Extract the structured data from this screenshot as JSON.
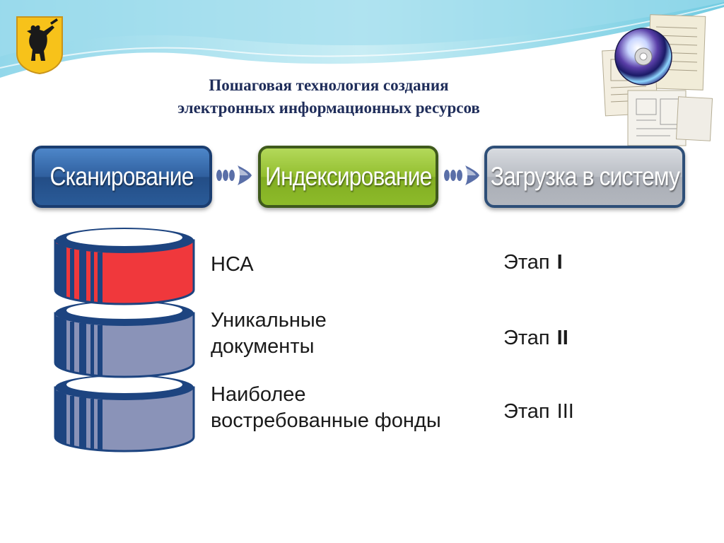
{
  "title": {
    "line1": "Пошаговая технология создания",
    "line2": "электронных информационных ресурсов"
  },
  "process_steps": [
    {
      "label": "Сканирование",
      "color": "#2f5f9e"
    },
    {
      "label": "Индексирование",
      "color": "#93be2f"
    },
    {
      "label": "Загрузка в систему",
      "color": "#b9bdc4"
    }
  ],
  "layers": [
    {
      "label_lines": [
        "НСА"
      ],
      "stage_word": "Этап",
      "stage_num": "I",
      "color": "#f0383c"
    },
    {
      "label_lines": [
        "Уникальные",
        "документы"
      ],
      "stage_word": "Этап",
      "stage_num": "II",
      "color": "#8a93b8"
    },
    {
      "label_lines": [
        "Наиболее",
        "востребованные фонды"
      ],
      "stage_word": "Этап",
      "stage_num": "III",
      "color": "#8a93b8"
    }
  ],
  "colors": {
    "title": "#1f2d5a",
    "cylinder_stripe": "#1d4480",
    "emblem_bg": "#f7c21a"
  },
  "icons": {
    "emblem": "bear-coat-of-arms-icon",
    "disc": "cd-disc-icon",
    "documents": "documents-stack-icon",
    "arrow": "arrow-right-icon"
  }
}
